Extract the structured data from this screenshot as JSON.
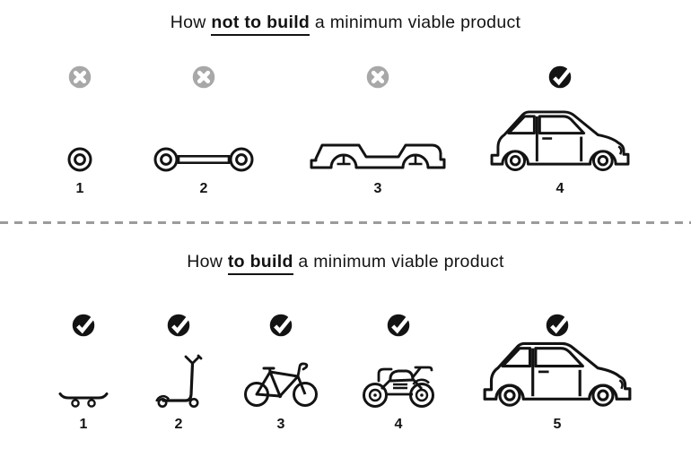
{
  "page": {
    "background": "#ffffff"
  },
  "colors": {
    "ink": "#131313",
    "cross_circle": "#a8a8a8",
    "check_circle": "#131313",
    "mark_glyph": "#ffffff",
    "divider_dash": "#9b9b9b"
  },
  "divider": {
    "style": "dashed"
  },
  "top_section": {
    "title": {
      "prefix": "How ",
      "emphasis": "not to build",
      "suffix": " a minimum viable product"
    },
    "items": [
      {
        "label": "1",
        "status": "reject",
        "icon": "wheel-icon"
      },
      {
        "label": "2",
        "status": "reject",
        "icon": "axle-wheels-icon"
      },
      {
        "label": "3",
        "status": "reject",
        "icon": "car-chassis-icon"
      },
      {
        "label": "4",
        "status": "accept",
        "icon": "car-icon"
      }
    ]
  },
  "bottom_section": {
    "title": {
      "prefix": "How ",
      "emphasis": "to build",
      "suffix": " a minimum viable product"
    },
    "items": [
      {
        "label": "1",
        "status": "accept",
        "icon": "skateboard-icon"
      },
      {
        "label": "2",
        "status": "accept",
        "icon": "scooter-icon"
      },
      {
        "label": "3",
        "status": "accept",
        "icon": "bicycle-icon"
      },
      {
        "label": "4",
        "status": "accept",
        "icon": "motorcycle-icon"
      },
      {
        "label": "5",
        "status": "accept",
        "icon": "car-icon"
      }
    ]
  }
}
